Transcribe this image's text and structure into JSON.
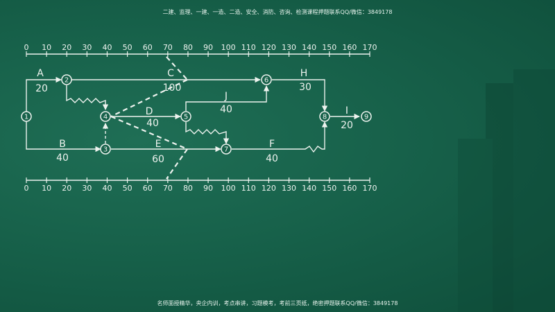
{
  "header": {
    "text": "二建、监理、一建、一造、二造、安全、消防、咨询、检测课程押题联系QQ/微信：3849178"
  },
  "footer": {
    "text": "名师面授精华，央企内训，考点串讲，习题模考，考前三页纸，绝密押题联系QQ/微信：3849178"
  },
  "scale_top": [
    "0",
    "10",
    "20",
    "30",
    "40",
    "50",
    "60",
    "70",
    "80",
    "90",
    "100",
    "110",
    "120",
    "130",
    "140",
    "150",
    "160",
    "170"
  ],
  "scale_bottom": [
    "0",
    "10",
    "20",
    "30",
    "40",
    "50",
    "60",
    "70",
    "80",
    "90",
    "100",
    "110",
    "120",
    "130",
    "140",
    "150",
    "160",
    "170"
  ],
  "nodes": [
    "1",
    "2",
    "3",
    "4",
    "5",
    "6",
    "7",
    "8",
    "9"
  ],
  "activities": {
    "A": {
      "name": "A",
      "duration": "20"
    },
    "B": {
      "name": "B",
      "duration": "40"
    },
    "C": {
      "name": "C",
      "duration": "100"
    },
    "D": {
      "name": "D",
      "duration": "40"
    },
    "E": {
      "name": "E",
      "duration": "60"
    },
    "F": {
      "name": "F",
      "duration": "40"
    },
    "H": {
      "name": "H",
      "duration": "30"
    },
    "I": {
      "name": "I",
      "duration": "20"
    },
    "J": {
      "name": "J",
      "duration": "40"
    }
  },
  "colors": {
    "chalk": "#eef3ef",
    "background": "#17614a"
  }
}
